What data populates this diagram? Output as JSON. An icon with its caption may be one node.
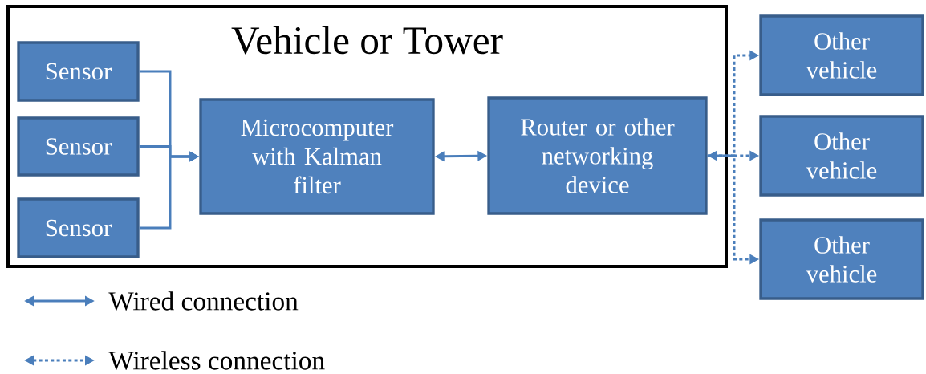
{
  "diagram": {
    "nodes": [
      {
        "text": [
          "Vehicle or Tower"
        ]
      },
      {
        "text": [
          "Sensor"
        ],
        "in": 0
      },
      {
        "text": [
          "Sensor"
        ],
        "in": 0
      },
      {
        "text": [
          "Sensor"
        ],
        "in": 0
      },
      {
        "text": [
          "Microcomputer with Kalman filter"
        ],
        "in": 0
      },
      {
        "text": [
          "Router or other networking device"
        ],
        "in": 0
      },
      {
        "text": [
          "Other vehicle"
        ]
      },
      {
        "text": [
          "Other vehicle"
        ]
      },
      {
        "text": [
          "Other vehicle"
        ]
      }
    ],
    "edges": [
      {
        "from": 1,
        "to": 4,
        "arrow": "to"
      },
      {
        "from": 2,
        "to": 4,
        "arrow": "to"
      },
      {
        "from": 3,
        "to": 4,
        "arrow": "to"
      },
      {
        "from": 4,
        "to": 5,
        "arrow": "both"
      },
      {
        "from": 5,
        "to": 6,
        "arrow": "to",
        "style": "dashed"
      },
      {
        "from": 5,
        "to": 7,
        "arrow": "both",
        "style": "dashed"
      },
      {
        "from": 5,
        "to": 8,
        "arrow": "to",
        "style": "dashed"
      }
    ],
    "legend": [
      {
        "text": "Wired connection"
      },
      {
        "text": "Wireless connection"
      }
    ]
  }
}
